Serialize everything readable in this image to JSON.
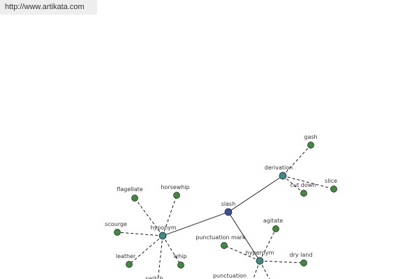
{
  "banner": {
    "url": "http://www.artikata.com"
  },
  "graph": {
    "colors": {
      "center": "#3a4f9b",
      "relation": "#3f8a84",
      "term": "#3f8a3f",
      "edge": "#000000"
    },
    "nodes": [
      {
        "id": "slash",
        "label": "slash",
        "kind": "center"
      },
      {
        "id": "derivation",
        "label": "derivation",
        "kind": "relation"
      },
      {
        "id": "hyponym",
        "label": "hyponym",
        "kind": "relation"
      },
      {
        "id": "hypernym",
        "label": "hypernym",
        "kind": "relation"
      },
      {
        "id": "gash",
        "label": "gash",
        "kind": "term"
      },
      {
        "id": "cut_down",
        "label": "cut down",
        "kind": "term"
      },
      {
        "id": "slice",
        "label": "slice",
        "kind": "term"
      },
      {
        "id": "flagellate",
        "label": "flagellate",
        "kind": "term"
      },
      {
        "id": "horsewhip",
        "label": "horsewhip",
        "kind": "term"
      },
      {
        "id": "scourge",
        "label": "scourge",
        "kind": "term"
      },
      {
        "id": "leather",
        "label": "leather",
        "kind": "term"
      },
      {
        "id": "whip",
        "label": "whip",
        "kind": "term"
      },
      {
        "id": "switch",
        "label": "switch",
        "kind": "term"
      },
      {
        "id": "agitate",
        "label": "agitate",
        "kind": "term"
      },
      {
        "id": "punctuation_mark",
        "label": "punctuation mark",
        "kind": "term"
      },
      {
        "id": "dry_land",
        "label": "dry land",
        "kind": "term"
      },
      {
        "id": "punctuation",
        "label": "punctuation",
        "kind": "term"
      }
    ],
    "edges": [
      {
        "from": "slash",
        "to": "derivation",
        "style": "solid"
      },
      {
        "from": "slash",
        "to": "hyponym",
        "style": "solid"
      },
      {
        "from": "slash",
        "to": "hypernym",
        "style": "solid"
      },
      {
        "from": "derivation",
        "to": "gash",
        "style": "dashed"
      },
      {
        "from": "derivation",
        "to": "cut_down",
        "style": "dashed"
      },
      {
        "from": "derivation",
        "to": "slice",
        "style": "dashed"
      },
      {
        "from": "hyponym",
        "to": "flagellate",
        "style": "dashed"
      },
      {
        "from": "hyponym",
        "to": "horsewhip",
        "style": "dashed"
      },
      {
        "from": "hyponym",
        "to": "scourge",
        "style": "dashed"
      },
      {
        "from": "hyponym",
        "to": "leather",
        "style": "dashed"
      },
      {
        "from": "hyponym",
        "to": "whip",
        "style": "dashed"
      },
      {
        "from": "hyponym",
        "to": "switch",
        "style": "dashed"
      },
      {
        "from": "hypernym",
        "to": "agitate",
        "style": "dashed"
      },
      {
        "from": "hypernym",
        "to": "punctuation_mark",
        "style": "dashed"
      },
      {
        "from": "hypernym",
        "to": "dry_land",
        "style": "dashed"
      },
      {
        "from": "hypernym",
        "to": "punctuation",
        "style": "dashed"
      },
      {
        "from": "hypernym",
        "to": "offscreen_term",
        "style": "dashed"
      }
    ]
  }
}
